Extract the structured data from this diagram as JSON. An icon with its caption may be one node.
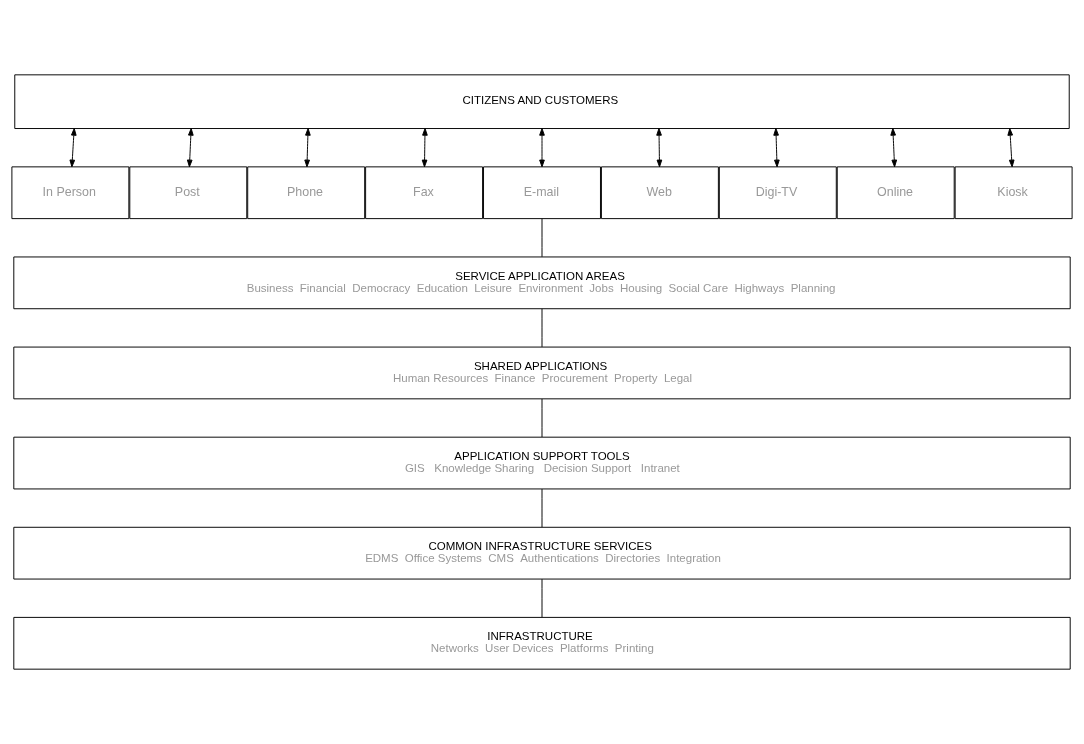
{
  "diagram": {
    "nodes": [
      {
        "text": [
          "CITIZENS AND CUSTOMERS"
        ]
      },
      {
        "text": [
          "In Person"
        ]
      },
      {
        "text": [
          "Post"
        ]
      },
      {
        "text": [
          "Phone"
        ]
      },
      {
        "text": [
          "Fax"
        ]
      },
      {
        "text": [
          "E-mail"
        ]
      },
      {
        "text": [
          "Web"
        ]
      },
      {
        "text": [
          "Digi-TV"
        ]
      },
      {
        "text": [
          "Online"
        ]
      },
      {
        "text": [
          "Kiosk"
        ]
      },
      {
        "text": [
          "SERVICE APPLICATION AREAS",
          "Business  Financial  Democracy  Education  Leisure  Environment  Jobs  Housing  Social Care  Highways  Planning"
        ]
      },
      {
        "text": [
          "SHARED APPLICATIONS",
          "Human Resources  Finance  Procurement  Property  Legal"
        ]
      },
      {
        "text": [
          "APPLICATION SUPPORT TOOLS",
          "GIS   Knowledge Sharing   Decision Support   Intranet"
        ]
      },
      {
        "text": [
          "COMMON INFRASTRUCTURE SERVICES",
          "EDMS  Office Systems  CMS  Authentications  Directories  Integration"
        ]
      },
      {
        "text": [
          "INFRASTRUCTURE",
          "Networks  User Devices  Platforms  Printing"
        ]
      }
    ],
    "edges": [
      {
        "from": 0,
        "to": 1,
        "arrow": "both"
      },
      {
        "from": 0,
        "to": 2,
        "arrow": "both"
      },
      {
        "from": 0,
        "to": 3,
        "arrow": "both"
      },
      {
        "from": 0,
        "to": 4,
        "arrow": "both"
      },
      {
        "from": 0,
        "to": 5,
        "arrow": "both"
      },
      {
        "from": 0,
        "to": 6,
        "arrow": "both"
      },
      {
        "from": 0,
        "to": 7,
        "arrow": "both"
      },
      {
        "from": 0,
        "to": 8,
        "arrow": "both"
      },
      {
        "from": 0,
        "to": 9,
        "arrow": "both"
      },
      {
        "from": 5,
        "to": 10,
        "arrow": "none"
      },
      {
        "from": 10,
        "to": 11,
        "arrow": "none"
      },
      {
        "from": 11,
        "to": 12,
        "arrow": "none"
      },
      {
        "from": 12,
        "to": 13,
        "arrow": "none"
      },
      {
        "from": 13,
        "to": 14,
        "arrow": "none"
      }
    ]
  }
}
